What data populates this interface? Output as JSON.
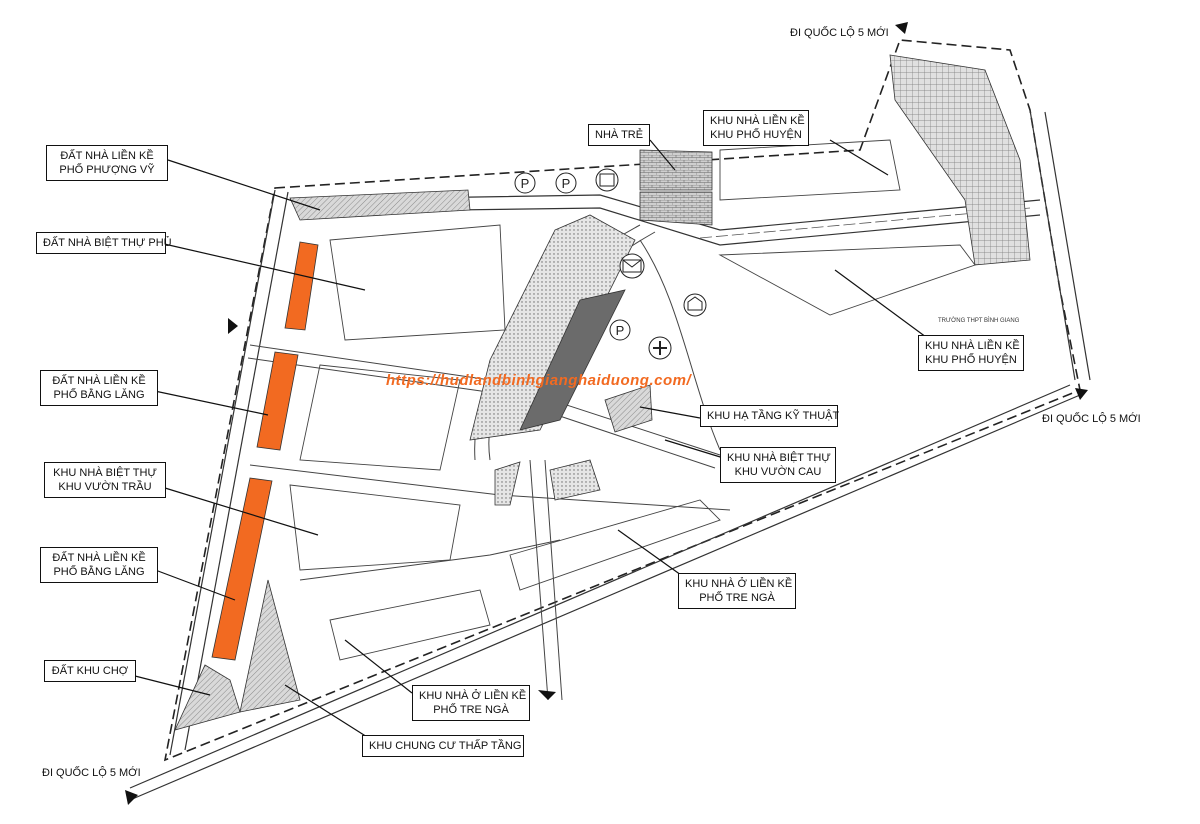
{
  "colors": {
    "highlight": "#f26a21",
    "line": "#222222",
    "hatch": "#bdbdbd",
    "dark_fill": "#6b6b6b",
    "watermark": "#f26a21"
  },
  "watermark": "https://hudlandbinhgianghaiduong.com/",
  "directions": {
    "top": "ĐI QUỐC LỘ 5 MỚI",
    "right": "ĐI QUỐC LỘ 5 MỚI",
    "bottom_left": "ĐI QUỐC LỘ 5 MỚI"
  },
  "school_label": "TRƯỜNG THPT BÌNH GIANG",
  "labels": {
    "pho_phuong_vy": [
      "ĐẤT NHÀ LIỀN KỀ",
      "PHỐ PHƯỢNG VỸ"
    ],
    "biet_thu_phu": [
      "ĐẤT NHÀ BIỆT THỰ PHỦ"
    ],
    "bang_lang_1": [
      "ĐẤT NHÀ LIỀN KỀ",
      "PHỐ BẰNG LĂNG"
    ],
    "vuon_trau": [
      "KHU NHÀ BIỆT THỰ",
      "KHU VƯỜN TRẦU"
    ],
    "bang_lang_2": [
      "ĐẤT NHÀ LIỀN KỀ",
      "PHỐ BẰNG LĂNG"
    ],
    "khu_cho": [
      "ĐẤT KHU CHỢ"
    ],
    "tre_nga_bottom": [
      "KHU NHÀ Ở LIỀN KỀ",
      "PHỐ TRE NGÀ"
    ],
    "chung_cu": [
      "KHU CHUNG CƯ THẤP TẦNG"
    ],
    "tre_nga_right": [
      "KHU NHÀ Ở LIỀN KỀ",
      "PHỐ TRE NGÀ"
    ],
    "vuon_cau": [
      "KHU NHÀ BIỆT THỰ",
      "KHU VƯỜN CAU"
    ],
    "ha_tang": [
      "KHU HẠ TẦNG KỸ THUẬT"
    ],
    "pho_huyen_right": [
      "KHU NHÀ LIỀN KỀ",
      "KHU PHỐ HUYỆN"
    ],
    "pho_huyen_top": [
      "KHU NHÀ LIỀN KỀ",
      "KHU PHỐ HUYỆN"
    ],
    "nha_tre": [
      "NHÀ TRẺ"
    ]
  },
  "parking_symbol": "P"
}
